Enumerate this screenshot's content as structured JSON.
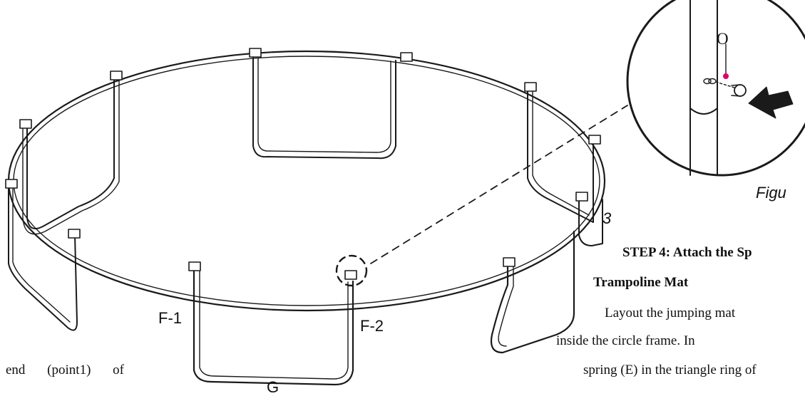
{
  "labels": {
    "f1": "F-1",
    "f2": "F-2",
    "g": "G",
    "o": "O"
  },
  "figure": {
    "caption_part": "Figu",
    "number": "3"
  },
  "step": {
    "heading_line1": "STEP 4: Attach the Sp",
    "heading_line2": "Trampoline Mat"
  },
  "body": {
    "line1": "Layout the jumping mat",
    "line2": "inside the circle frame. In",
    "line3_left": "end (point1) of",
    "line3_right": "spring (E) in the triangle ring of"
  },
  "colors": {
    "line": "#1a1a1a",
    "accent_dot": "#e0006a"
  }
}
